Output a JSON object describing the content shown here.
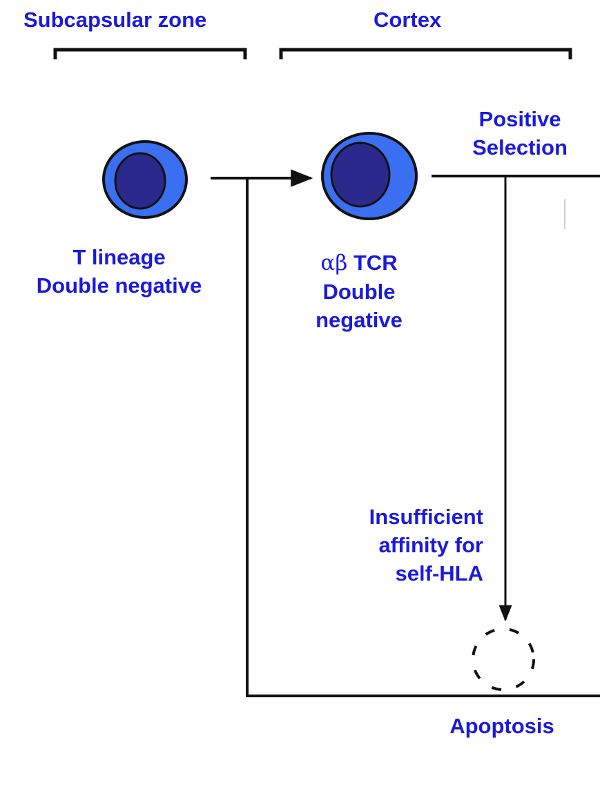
{
  "zones": {
    "subcapsular": "Subcapsular zone",
    "cortex": "Cortex"
  },
  "cells": {
    "t_lineage": {
      "line1": "T lineage",
      "line2": "Double negative"
    },
    "ab_tcr": {
      "greek": "αβ",
      "line1": "TCR",
      "line2": "Double",
      "line3": "negative"
    }
  },
  "positive_selection": {
    "line1": "Positive",
    "line2": "Selection"
  },
  "insufficient": {
    "line1": "Insufficient",
    "line2": "affinity for",
    "line3": "self-HLA"
  },
  "apoptosis": "Apoptosis",
  "colors": {
    "text": "#1a1adf",
    "cell_outer": "#3a6ff2",
    "cell_inner": "#2b2a8c",
    "line": "#111111"
  }
}
